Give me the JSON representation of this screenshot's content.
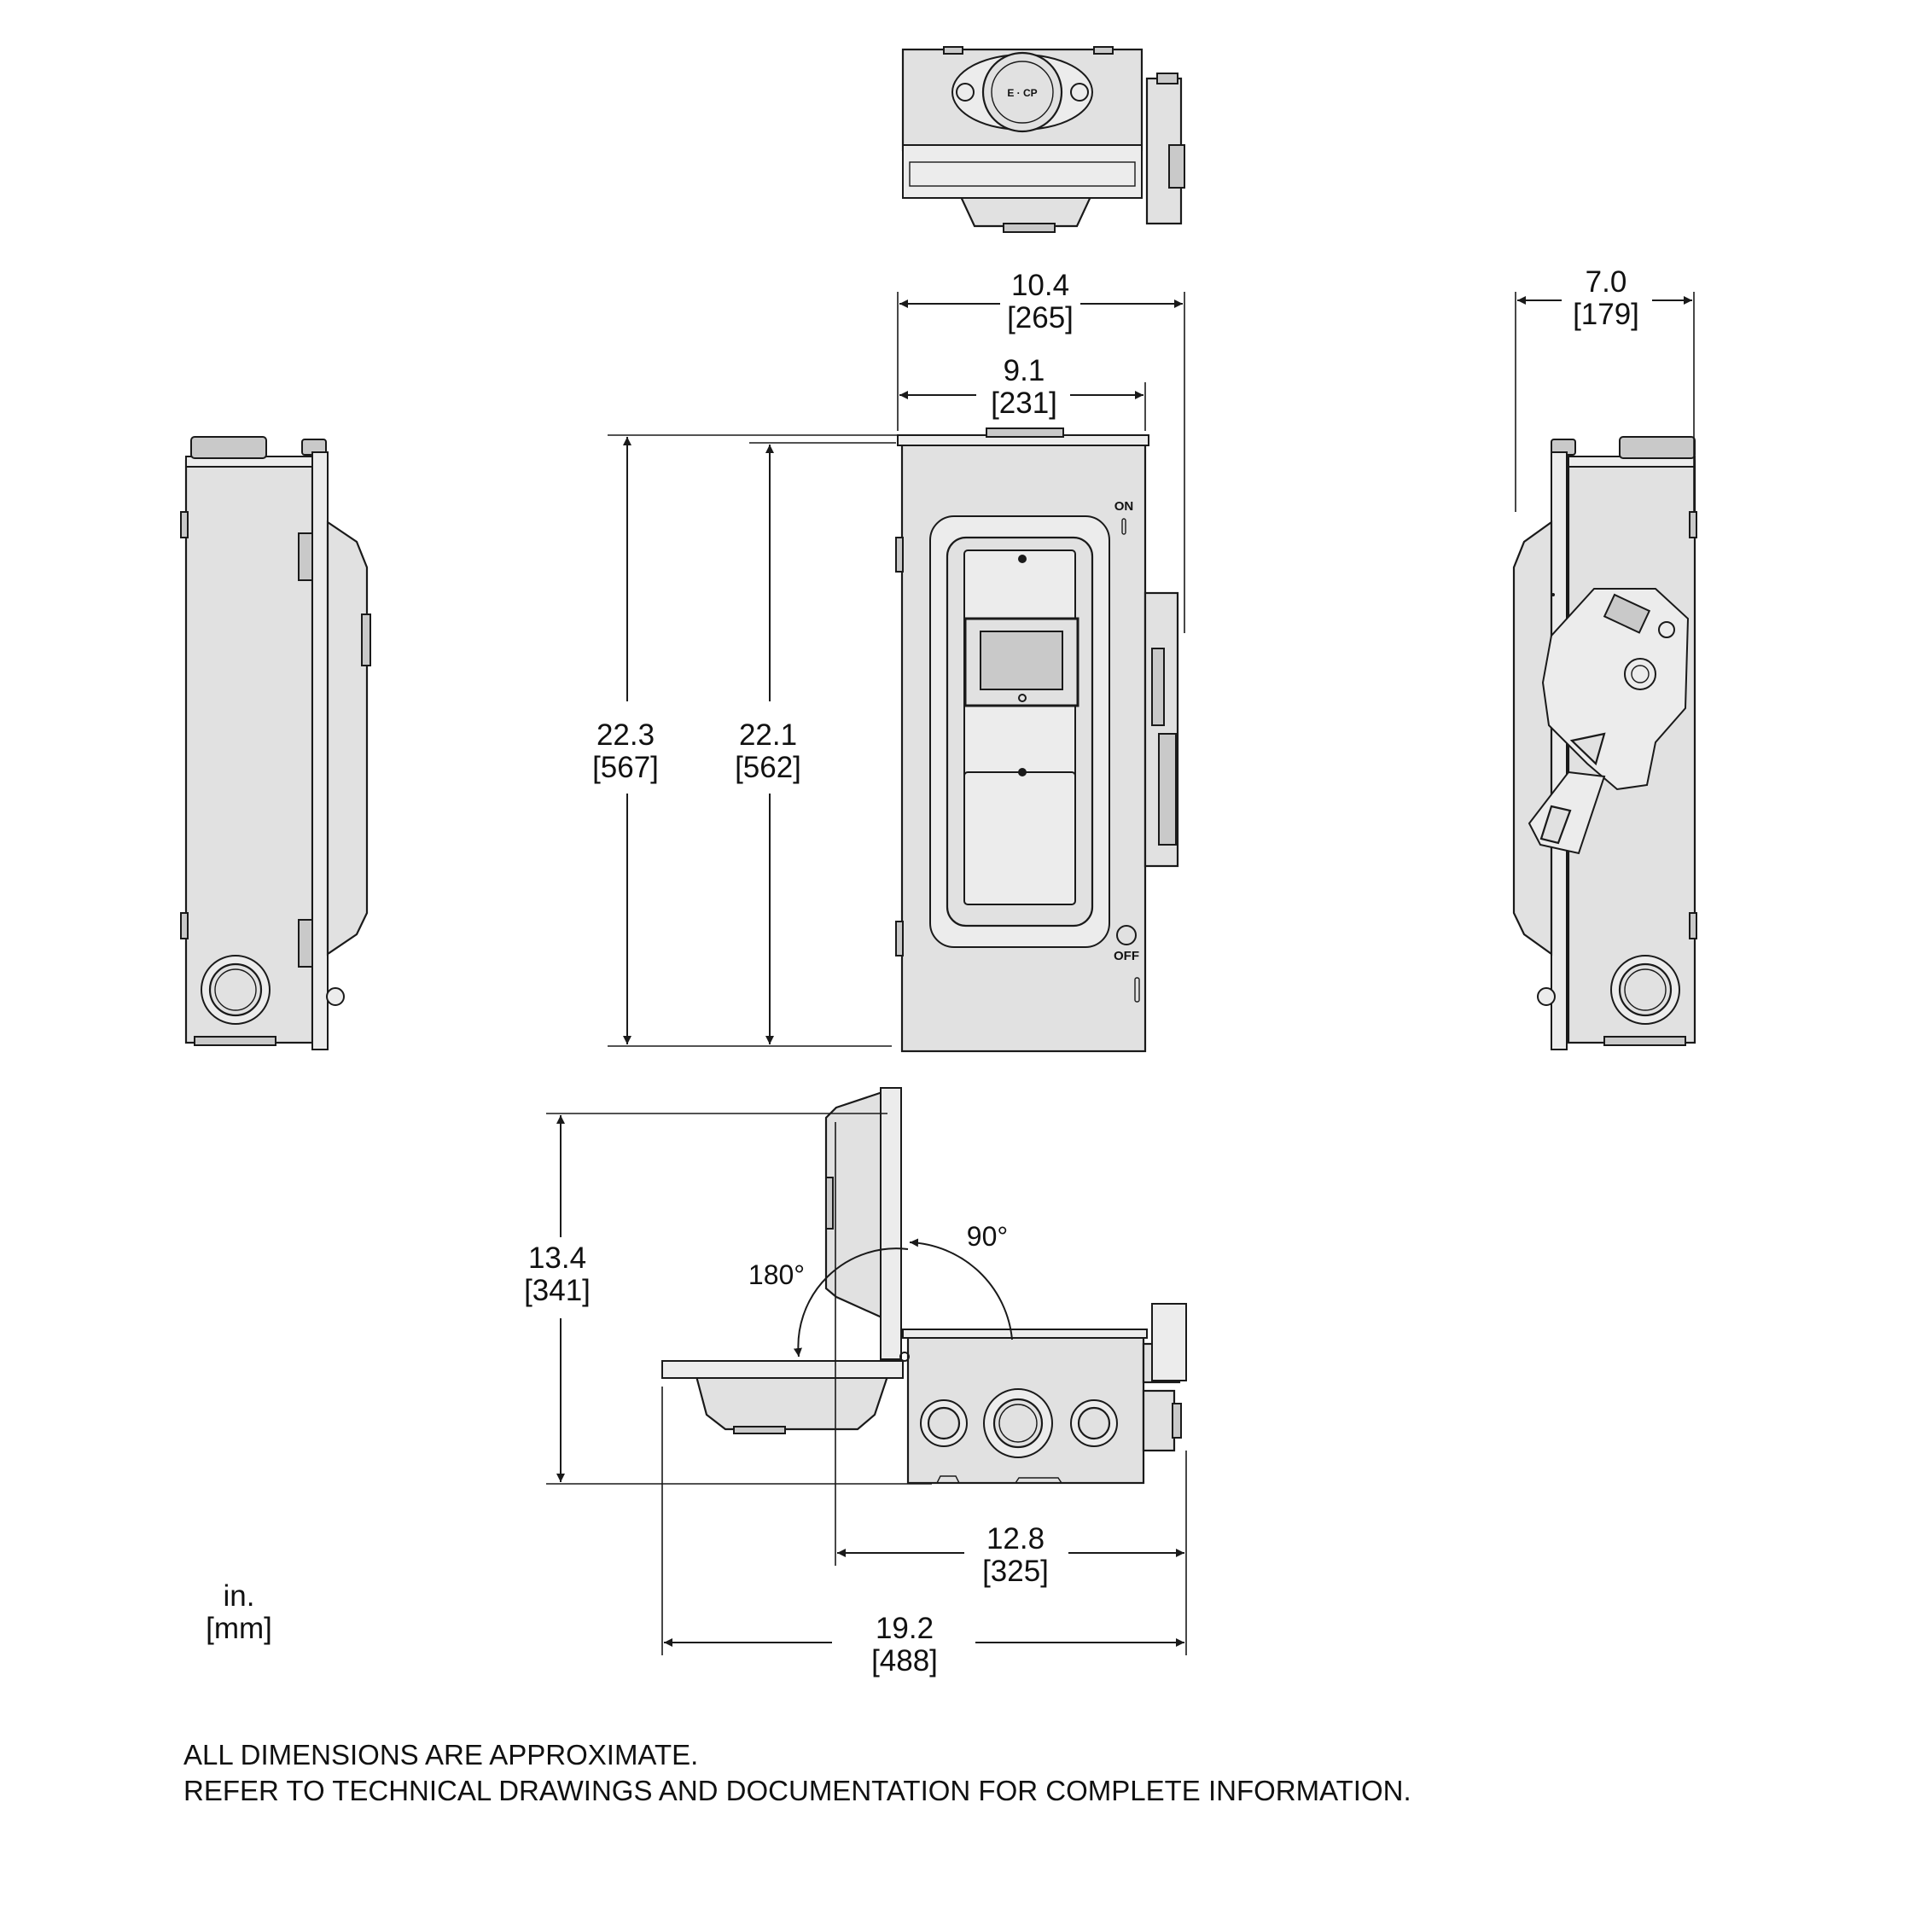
{
  "dimensions": {
    "overall_width": {
      "in": "10.4",
      "mm": "[265]"
    },
    "body_width": {
      "in": "9.1",
      "mm": "[231]"
    },
    "depth": {
      "in": "7.0",
      "mm": "[179]"
    },
    "overall_height": {
      "in": "22.3",
      "mm": "[567]"
    },
    "body_height": {
      "in": "22.1",
      "mm": "[562]"
    },
    "door_open_height": {
      "in": "13.4",
      "mm": "[341]"
    },
    "door_open_90_depth": {
      "in": "12.8",
      "mm": "[325]"
    },
    "door_open_180_depth": {
      "in": "19.2",
      "mm": "[488]"
    }
  },
  "angles": {
    "open_90": "90°",
    "open_180": "180°"
  },
  "handle_labels": {
    "on": "ON",
    "off": "OFF"
  },
  "units": {
    "primary": "in.",
    "secondary": "[mm]"
  },
  "notes": {
    "line1": "ALL DIMENSIONS ARE APPROXIMATE.",
    "line2": "REFER TO TECHNICAL DRAWINGS AND DOCUMENTATION FOR COMPLETE INFORMATION."
  }
}
